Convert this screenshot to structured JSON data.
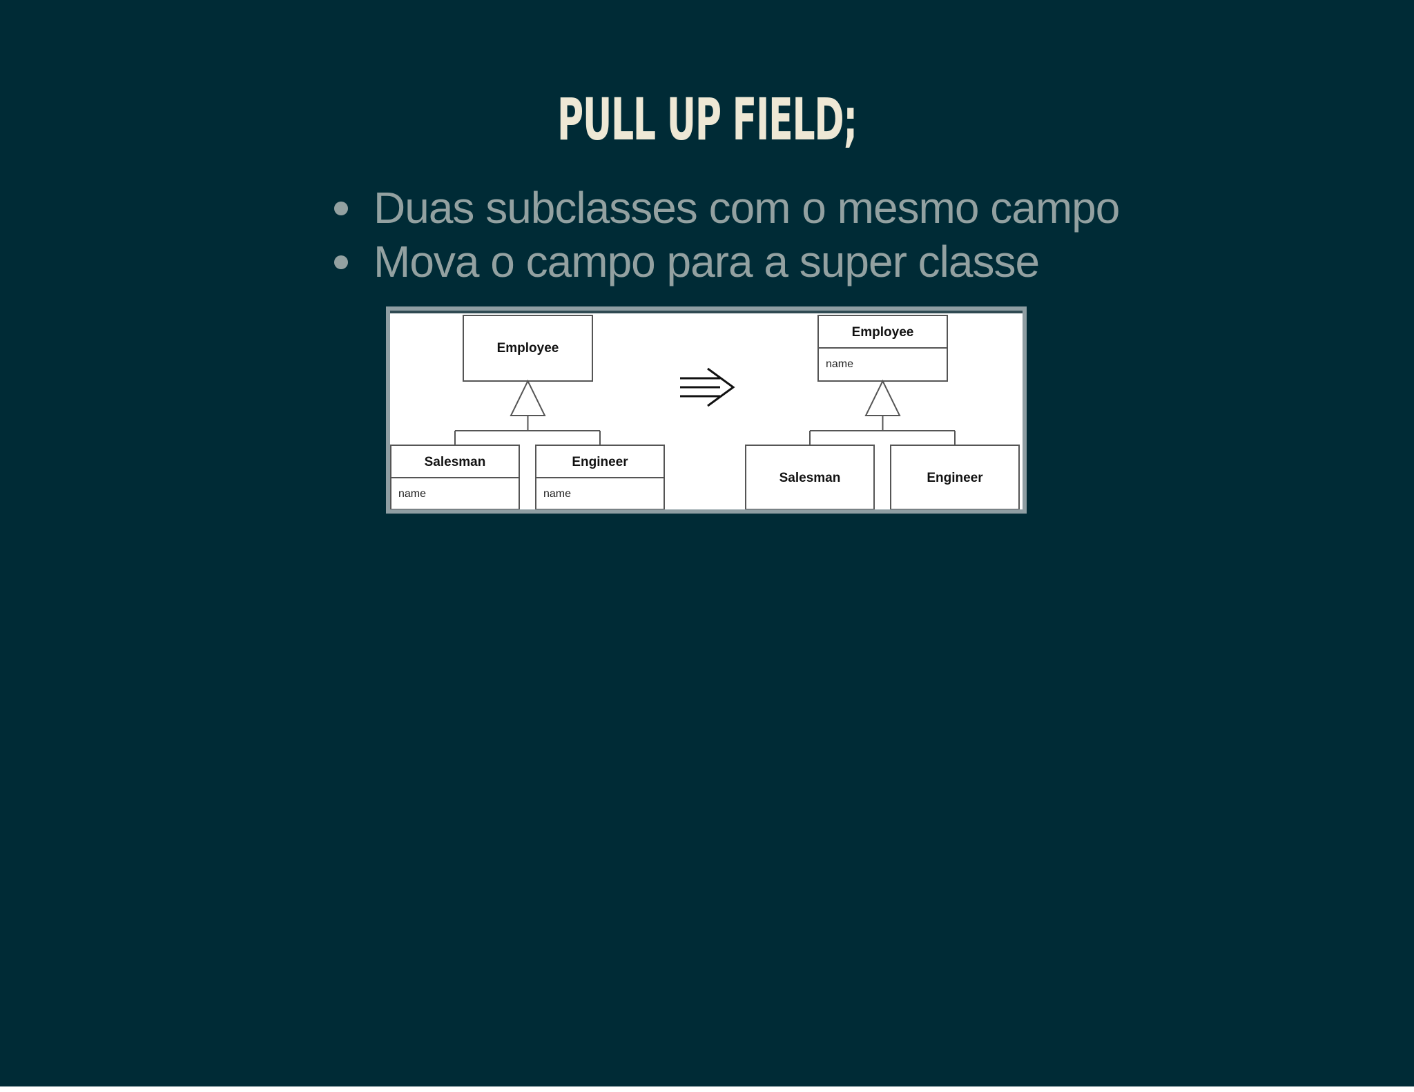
{
  "slide": {
    "title": "PULL UP FIELD;",
    "bullets": [
      "Duas subclasses com o mesmo campo",
      "Mova o campo para a super classe"
    ]
  },
  "diagram": {
    "before": {
      "superclass": {
        "name": "Employee"
      },
      "subclasses": [
        {
          "name": "Salesman",
          "field": "name"
        },
        {
          "name": "Engineer",
          "field": "name"
        }
      ]
    },
    "arrow": "⇛",
    "after": {
      "superclass": {
        "name": "Employee",
        "field": "name"
      },
      "subclasses": [
        {
          "name": "Salesman"
        },
        {
          "name": "Engineer"
        }
      ]
    }
  },
  "colors": {
    "background": "#002b36",
    "title": "#eee8d5",
    "body_text": "#93a1a1",
    "frame_border": "#8f9ea3"
  }
}
